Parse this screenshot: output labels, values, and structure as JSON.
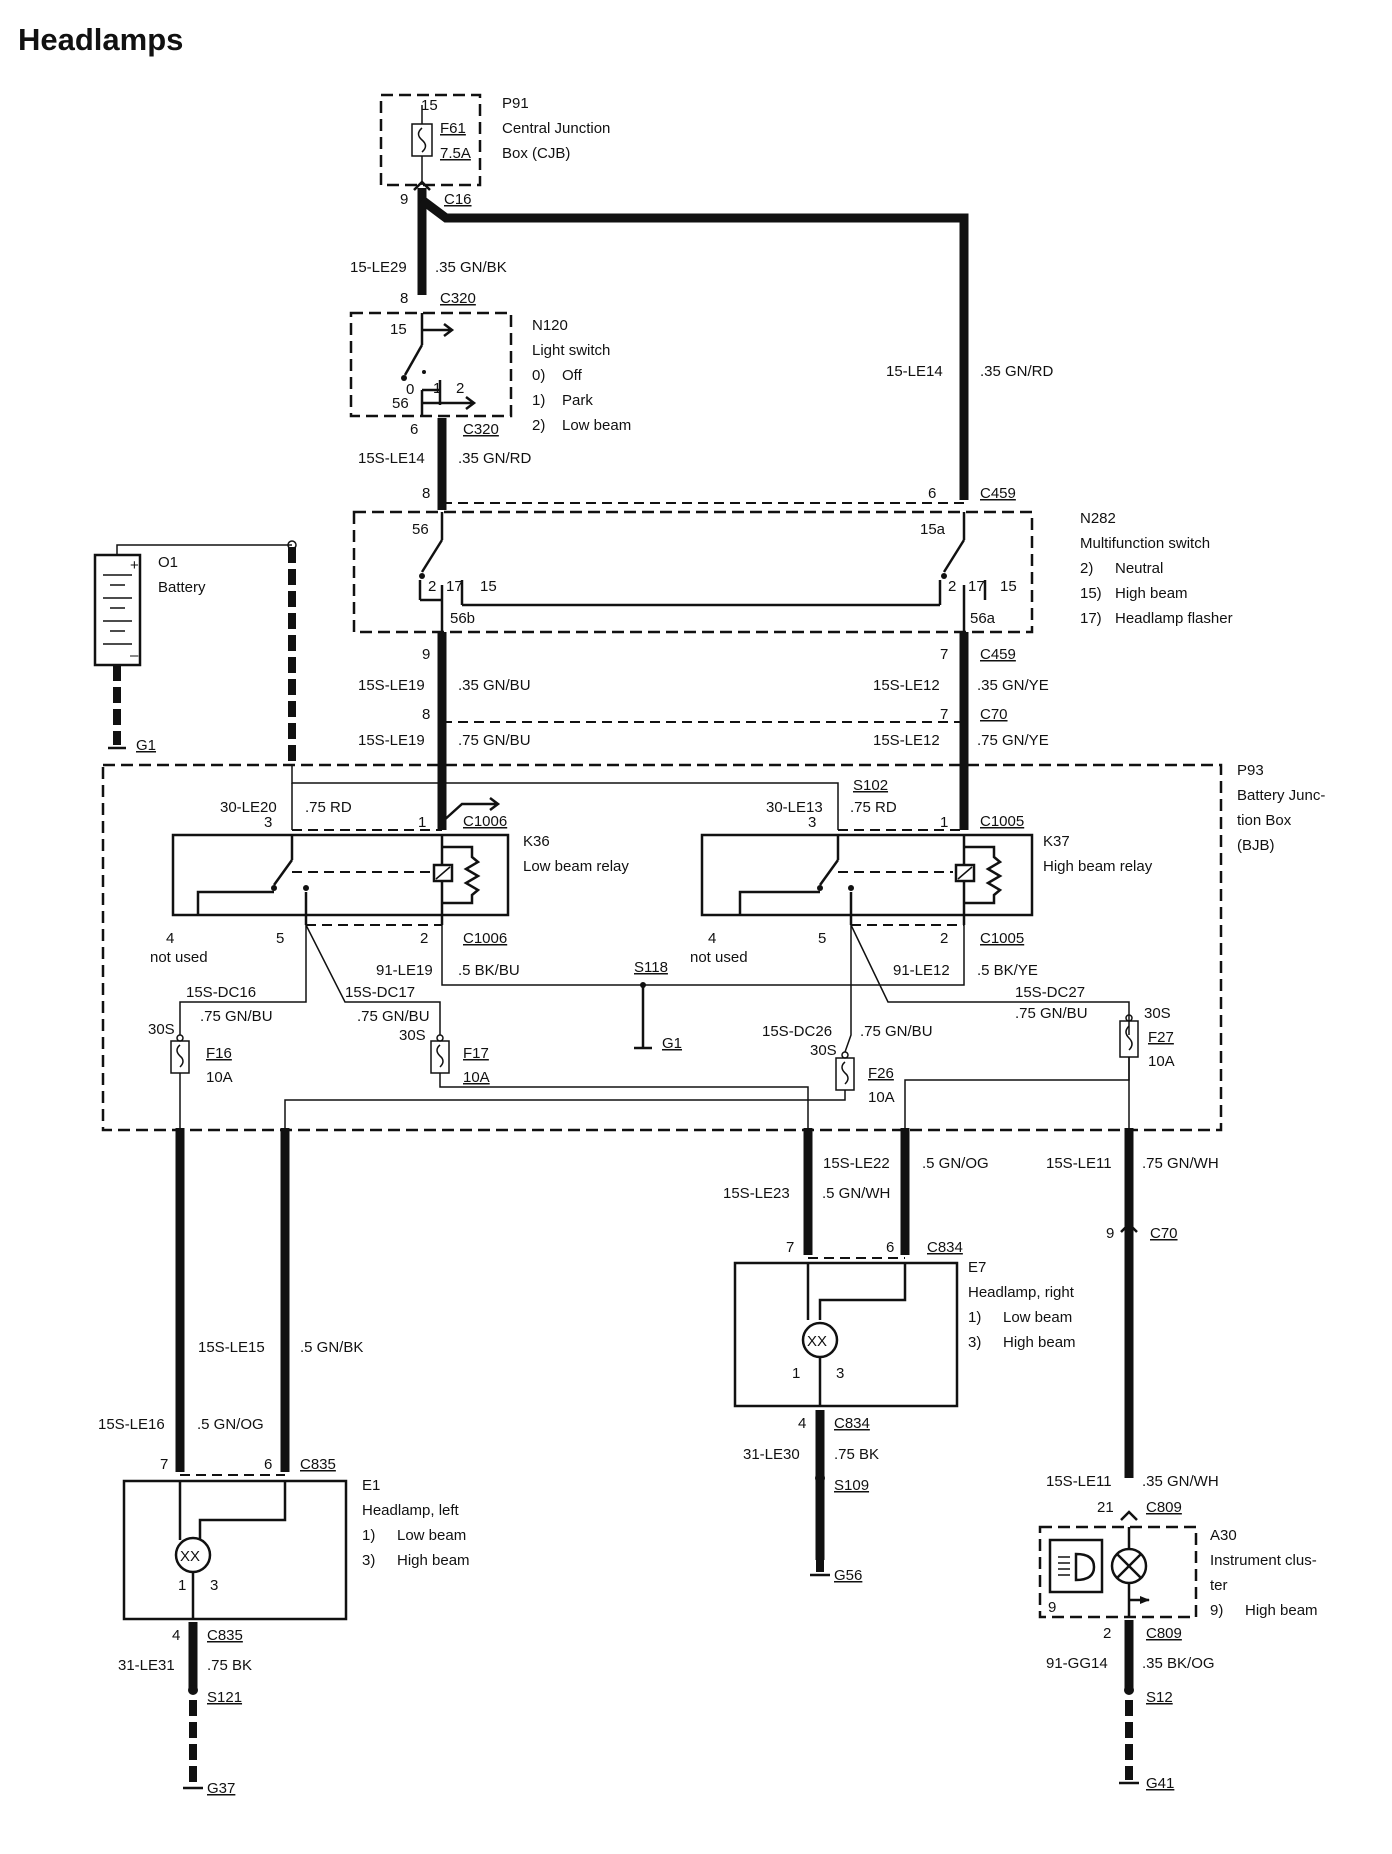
{
  "title": "Headlamps",
  "components": {
    "p91": {
      "ref": "P91",
      "l1": "Central Junction",
      "l2": "Box (CJB)",
      "fuse": "F61",
      "rating": "7.5A",
      "pin": "15"
    },
    "n120": {
      "ref": "N120",
      "name": "Light switch",
      "pos": [
        "0)",
        "1)",
        "2)"
      ],
      "desc": [
        "Off",
        "Park",
        "Low beam"
      ],
      "pin15": "15",
      "pin56": "56",
      "p0": "0",
      "p1": "1",
      "p2": "2"
    },
    "n282": {
      "ref": "N282",
      "name": "Multifunction switch",
      "pos": [
        "2)",
        "15)",
        "17)"
      ],
      "desc": [
        "Neutral",
        "High beam",
        "Headlamp flasher"
      ],
      "p56": "56",
      "p15a": "15a",
      "p56b": "56b",
      "p56a": "56a",
      "p2": "2",
      "p17": "17",
      "p15": "15"
    },
    "o1": {
      "ref": "O1",
      "name": "Battery",
      "plus": "+",
      "minus": "–"
    },
    "p93": {
      "ref": "P93",
      "l1": "Battery Junc-",
      "l2": "tion Box",
      "l3": "(BJB)"
    },
    "k36": {
      "ref": "K36",
      "name": "Low beam relay",
      "not_used": "not used"
    },
    "k37": {
      "ref": "K37",
      "name": "High beam relay",
      "not_used": "not used"
    },
    "f16": {
      "ref": "F16",
      "rating": "10A",
      "pin": "30S"
    },
    "f17": {
      "ref": "F17",
      "rating": "10A",
      "pin": "30S"
    },
    "f26": {
      "ref": "F26",
      "rating": "10A",
      "pin": "30S"
    },
    "f27": {
      "ref": "F27",
      "rating": "10A",
      "pin": "30S"
    },
    "e7": {
      "ref": "E7",
      "name": "Headlamp, right",
      "pos": [
        "1)",
        "3)"
      ],
      "desc": [
        "Low beam",
        "High beam"
      ],
      "p1": "1",
      "p3": "3"
    },
    "e1": {
      "ref": "E1",
      "name": "Headlamp, left",
      "pos": [
        "1)",
        "3)"
      ],
      "desc": [
        "Low beam",
        "High beam"
      ],
      "p1": "1",
      "p3": "3"
    },
    "a30": {
      "ref": "A30",
      "l1": "Instrument clus-",
      "l2": "ter",
      "pos": "9)",
      "desc": "High beam",
      "pin": "9"
    }
  },
  "connectors": {
    "c16": "C16",
    "c320a": "C320",
    "c320b": "C320",
    "c459a": "C459",
    "c459b": "C459",
    "c70a": "C70",
    "c1006a": "C1006",
    "c1006b": "C1006",
    "c1005a": "C1005",
    "c1005b": "C1005",
    "s102": "S102",
    "s118": "S118",
    "g1a": "G1",
    "g1b": "G1",
    "c834a": "C834",
    "c834b": "C834",
    "c70b": "C70",
    "c835a": "C835",
    "c835b": "C835",
    "s109": "S109",
    "g56": "G56",
    "s121": "S121",
    "g37": "G37",
    "c809a": "C809",
    "c809b": "C809",
    "s12": "S12",
    "g41": "G41"
  },
  "pins": {
    "c16": "9",
    "c320a": "8",
    "c320b": "6",
    "c459a_l": "8",
    "c459a_r": "6",
    "c459b_l": "9",
    "c459b_r": "7",
    "c70_l": "8",
    "c70_r": "7",
    "k36_3": "3",
    "k36_1": "1",
    "k36_4": "4",
    "k36_5": "5",
    "k36_2": "2",
    "k37_3": "3",
    "k37_1": "1",
    "k37_4": "4",
    "k37_5": "5",
    "k37_2": "2",
    "c834_7": "7",
    "c834_6": "6",
    "c834_4": "4",
    "c70b": "9",
    "c835_7": "7",
    "c835_6": "6",
    "c835_4": "4",
    "c809_21": "21",
    "c809_2": "2"
  },
  "wires": {
    "w1_id": "15-LE29",
    "w1_spec": ".35 GN/BK",
    "w2_id": "15-LE14",
    "w2_spec": ".35 GN/RD",
    "w3_id": "15S-LE14",
    "w3_spec": ".35 GN/RD",
    "w4_id": "15S-LE19",
    "w4_spec": ".35 GN/BU",
    "w5_id": "15S-LE12",
    "w5_spec": ".35 GN/YE",
    "w6_id": "15S-LE19",
    "w6_spec": ".75 GN/BU",
    "w7_id": "15S-LE12",
    "w7_spec": ".75 GN/YE",
    "w8_id": "30-LE20",
    "w8_spec": ".75 RD",
    "w9_id": "30-LE13",
    "w9_spec": ".75 RD",
    "w10_id": "91-LE19",
    "w10_spec": ".5 BK/BU",
    "w11_id": "91-LE12",
    "w11_spec": ".5 BK/YE",
    "w12_id": "15S-DC16",
    "w12_spec": ".75 GN/BU",
    "w13_id": "15S-DC17",
    "w13_spec": ".75 GN/BU",
    "w14_id": "15S-DC26",
    "w14_spec": ".75 GN/BU",
    "w15_id": "15S-DC27",
    "w15_spec": ".75 GN/BU",
    "w16_id": "15S-LE22",
    "w16_spec": ".5 GN/OG",
    "w17_id": "15S-LE23",
    "w17_spec": ".5 GN/WH",
    "w18_id": "15S-LE11",
    "w18_spec": ".75 GN/WH",
    "w19_id": "15S-LE15",
    "w19_spec": ".5 GN/BK",
    "w20_id": "15S-LE16",
    "w20_spec": ".5 GN/OG",
    "w21_id": "31-LE30",
    "w21_spec": ".75 BK",
    "w22_id": "31-LE31",
    "w22_spec": ".75 BK",
    "w23_id": "15S-LE11",
    "w23_spec": ".35 GN/WH",
    "w24_id": "91-GG14",
    "w24_spec": ".35 BK/OG"
  }
}
